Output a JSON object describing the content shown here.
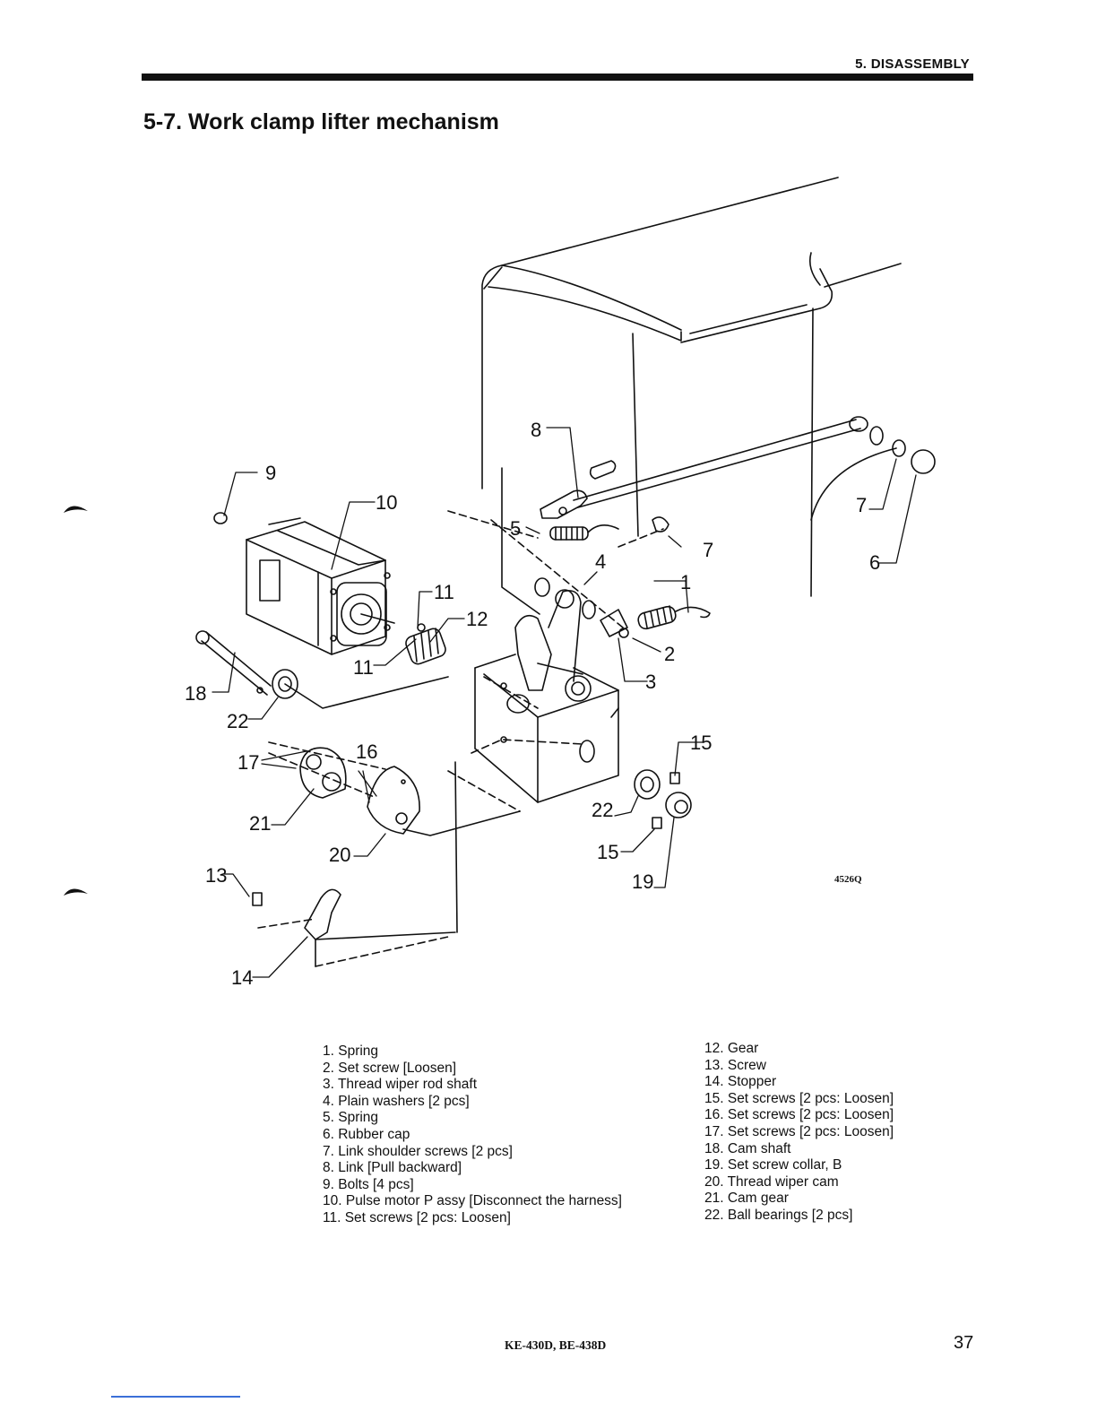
{
  "header": {
    "section_label": "5. DISASSEMBLY"
  },
  "section_title": "5-7. Work clamp lifter mechanism",
  "figure": {
    "code": "4526Q",
    "callouts": [
      "1",
      "2",
      "3",
      "4",
      "5",
      "6",
      "7",
      "7",
      "8",
      "9",
      "10",
      "11",
      "11",
      "12",
      "13",
      "14",
      "15",
      "15",
      "16",
      "17",
      "18",
      "19",
      "20",
      "21",
      "22",
      "22"
    ]
  },
  "parts_list": {
    "left": [
      "1. Spring",
      "2. Set screw [Loosen]",
      "3. Thread wiper rod shaft",
      "4. Plain washers [2 pcs]",
      "5. Spring",
      "6. Rubber cap",
      "7. Link shoulder screws [2 pcs]",
      "8. Link [Pull backward]",
      "9. Bolts [4 pcs]",
      "10. Pulse motor P assy [Disconnect the harness]",
      "11. Set screws [2 pcs: Loosen]"
    ],
    "right": [
      "12. Gear",
      "13. Screw",
      "14. Stopper",
      "15. Set screws [2 pcs: Loosen]",
      "16. Set screws [2 pcs: Loosen]",
      "17. Set screws [2 pcs: Loosen]",
      "18. Cam shaft",
      "19. Set screw collar, B",
      "20. Thread wiper cam",
      "21. Cam gear",
      "22. Ball bearings [2 pcs]"
    ]
  },
  "footer": {
    "model": "KE-430D, BE-438D",
    "page_number": "37"
  }
}
